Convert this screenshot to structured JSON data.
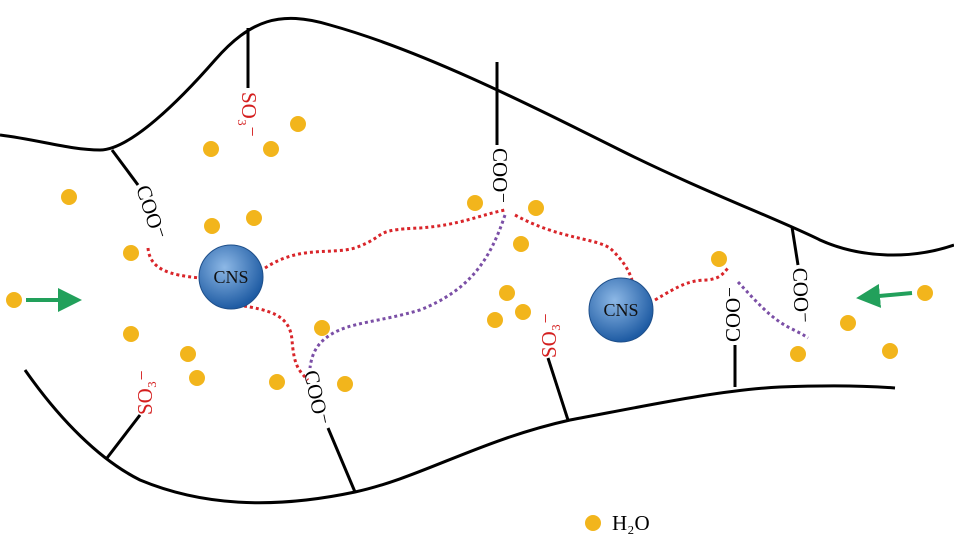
{
  "colors": {
    "chain": "#000000",
    "water": "#F2B51C",
    "cns_fill_light": "#8DB8E6",
    "cns_fill_dark": "#1E5BA3",
    "sulfonate_text": "#D41E1E",
    "red_link": "#D9252A",
    "purple_link": "#7B4FA6",
    "arrow": "#22A05B",
    "carboxyl_text": "#000000"
  },
  "nodes": {
    "cns_left": "CNS",
    "cns_right": "CNS"
  },
  "groups": {
    "coo_1": "COO⁻",
    "coo_2": "COO⁻",
    "coo_3": "COO⁻",
    "coo_4": "COO⁻",
    "coo_5": "COO⁻",
    "so3_top": "SO₃⁻",
    "so3_bottom": "SO₃⁻",
    "so3_mid": "SO₃⁻"
  },
  "legend": {
    "water_label": "H₂O",
    "water_icon": "yellow-dot"
  },
  "arrows": {
    "left": "arrow-right-icon",
    "right": "arrow-left-icon"
  }
}
